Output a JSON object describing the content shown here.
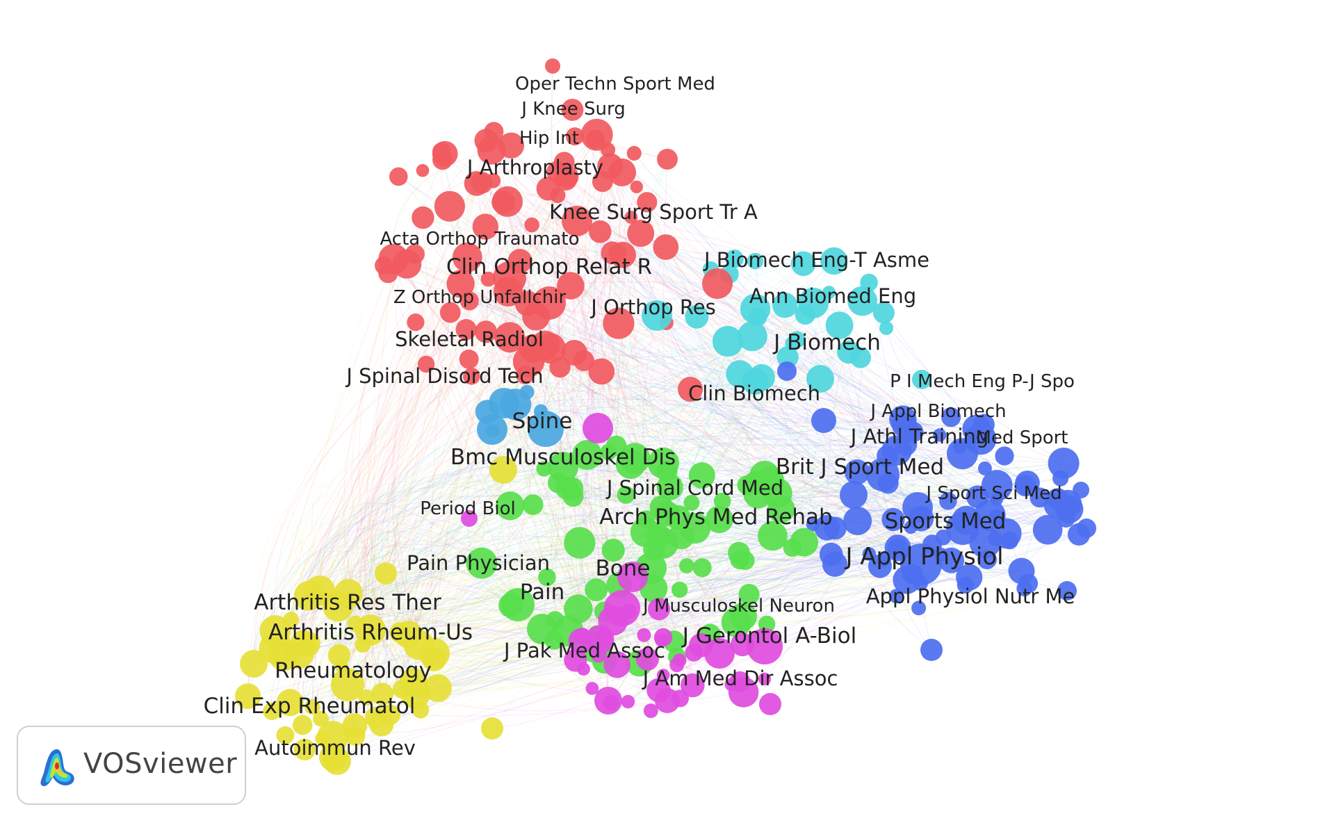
{
  "app_name": "VOSviewer",
  "clusters": {
    "red": {
      "color": "#f15a5f"
    },
    "cyan": {
      "color": "#4fd6dd"
    },
    "blue": {
      "color": "#4d6ff0"
    },
    "green": {
      "color": "#58de4c"
    },
    "magenta": {
      "color": "#e04ce0"
    },
    "yellow": {
      "color": "#e6e036"
    },
    "skyblue": {
      "color": "#4aa7e0"
    }
  },
  "labels": [
    {
      "text": "Oper Techn Sport Med",
      "cluster": "red",
      "weight": 1
    },
    {
      "text": "J Knee Surg",
      "cluster": "red",
      "weight": 1
    },
    {
      "text": "Hip Int",
      "cluster": "red",
      "weight": 1
    },
    {
      "text": "J Arthroplasty",
      "cluster": "red",
      "weight": 2
    },
    {
      "text": "Knee Surg Sport Tr A",
      "cluster": "red",
      "weight": 2
    },
    {
      "text": "Acta Orthop Traumato",
      "cluster": "red",
      "weight": 1
    },
    {
      "text": "Clin Orthop Relat R",
      "cluster": "red",
      "weight": 3
    },
    {
      "text": "Z Orthop Unfallchir",
      "cluster": "red",
      "weight": 1
    },
    {
      "text": "Skeletal Radiol",
      "cluster": "red",
      "weight": 2
    },
    {
      "text": "J Orthop Res",
      "cluster": "cyan",
      "weight": 2
    },
    {
      "text": "J Biomech Eng-T Asme",
      "cluster": "cyan",
      "weight": 2
    },
    {
      "text": "Ann Biomed Eng",
      "cluster": "cyan",
      "weight": 2
    },
    {
      "text": "J Biomech",
      "cluster": "cyan",
      "weight": 3
    },
    {
      "text": "Clin Biomech",
      "cluster": "cyan",
      "weight": 2
    },
    {
      "text": "J Spinal Disord Tech",
      "cluster": "skyblue",
      "weight": 2
    },
    {
      "text": "Spine",
      "cluster": "skyblue",
      "weight": 3
    },
    {
      "text": "P I Mech Eng P-J Spo",
      "cluster": "blue",
      "weight": 1
    },
    {
      "text": "J Appl Biomech",
      "cluster": "blue",
      "weight": 1
    },
    {
      "text": "J Athl Training",
      "cluster": "blue",
      "weight": 2
    },
    {
      "text": "Med Sport",
      "cluster": "blue",
      "weight": 1
    },
    {
      "text": "Brit J Sport Med",
      "cluster": "blue",
      "weight": 3
    },
    {
      "text": "J Sport Sci Med",
      "cluster": "blue",
      "weight": 1
    },
    {
      "text": "Sports Med",
      "cluster": "blue",
      "weight": 3
    },
    {
      "text": "J Appl Physiol",
      "cluster": "blue",
      "weight": 4
    },
    {
      "text": "Appl Physiol Nutr Me",
      "cluster": "blue",
      "weight": 2
    },
    {
      "text": "Bmc Musculoskel Dis",
      "cluster": "green",
      "weight": 3
    },
    {
      "text": "J Spinal Cord Med",
      "cluster": "green",
      "weight": 2
    },
    {
      "text": "Arch Phys Med Rehab",
      "cluster": "green",
      "weight": 3
    },
    {
      "text": "Period Biol",
      "cluster": "magenta",
      "weight": 1
    },
    {
      "text": "Pain Physician",
      "cluster": "green",
      "weight": 2
    },
    {
      "text": "Pain",
      "cluster": "green",
      "weight": 3
    },
    {
      "text": "Bone",
      "cluster": "magenta",
      "weight": 3
    },
    {
      "text": "J Musculoskel Neuron",
      "cluster": "magenta",
      "weight": 1
    },
    {
      "text": "J Gerontol A-Biol",
      "cluster": "magenta",
      "weight": 3
    },
    {
      "text": "J Pak Med Assoc",
      "cluster": "green",
      "weight": 2
    },
    {
      "text": "J Am Med Dir Assoc",
      "cluster": "magenta",
      "weight": 2
    },
    {
      "text": "Arthritis Res Ther",
      "cluster": "yellow",
      "weight": 3
    },
    {
      "text": "Arthritis Rheum-Us",
      "cluster": "yellow",
      "weight": 3
    },
    {
      "text": "Rheumatology",
      "cluster": "yellow",
      "weight": 3
    },
    {
      "text": "Clin Exp Rheumatol",
      "cluster": "yellow",
      "weight": 3
    },
    {
      "text": "Autoimmun Rev",
      "cluster": "yellow",
      "weight": 2
    }
  ]
}
